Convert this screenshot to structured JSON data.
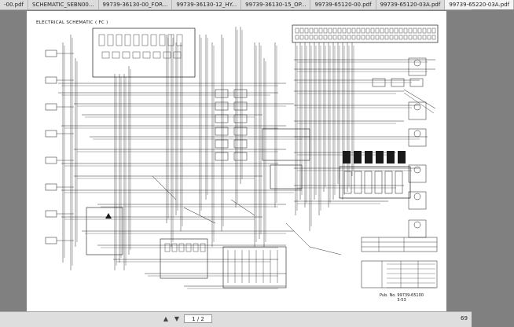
{
  "tabs": [
    {
      "label": "-00.pdf",
      "active": false
    },
    {
      "label": "SCHEMATIC_SEBN00...",
      "active": false
    },
    {
      "label": "99739-36130-00_FOR...",
      "active": false
    },
    {
      "label": "99739-36130-12_HY...",
      "active": false
    },
    {
      "label": "99739-36130-15_OP...",
      "active": false
    },
    {
      "label": "99739-65120-00.pdf",
      "active": false
    },
    {
      "label": "99739-65120-03A.pdf",
      "active": false
    },
    {
      "label": "99739-65220-03A.pdf",
      "active": true
    }
  ],
  "document": {
    "title": "ELECTRICAL SCHEMATIC ( FC )",
    "pub_no": "Pub. No. 99739-65100",
    "page_ref": "3-53"
  },
  "toolbar": {
    "page_indicator": "1 / 2",
    "zoom": "69",
    "icons": [
      "chevron-up-icon",
      "chevron-down-icon"
    ]
  },
  "colors": {
    "line": "#1a1a1a",
    "page": "#ffffff",
    "viewer_bg": "#808080"
  }
}
